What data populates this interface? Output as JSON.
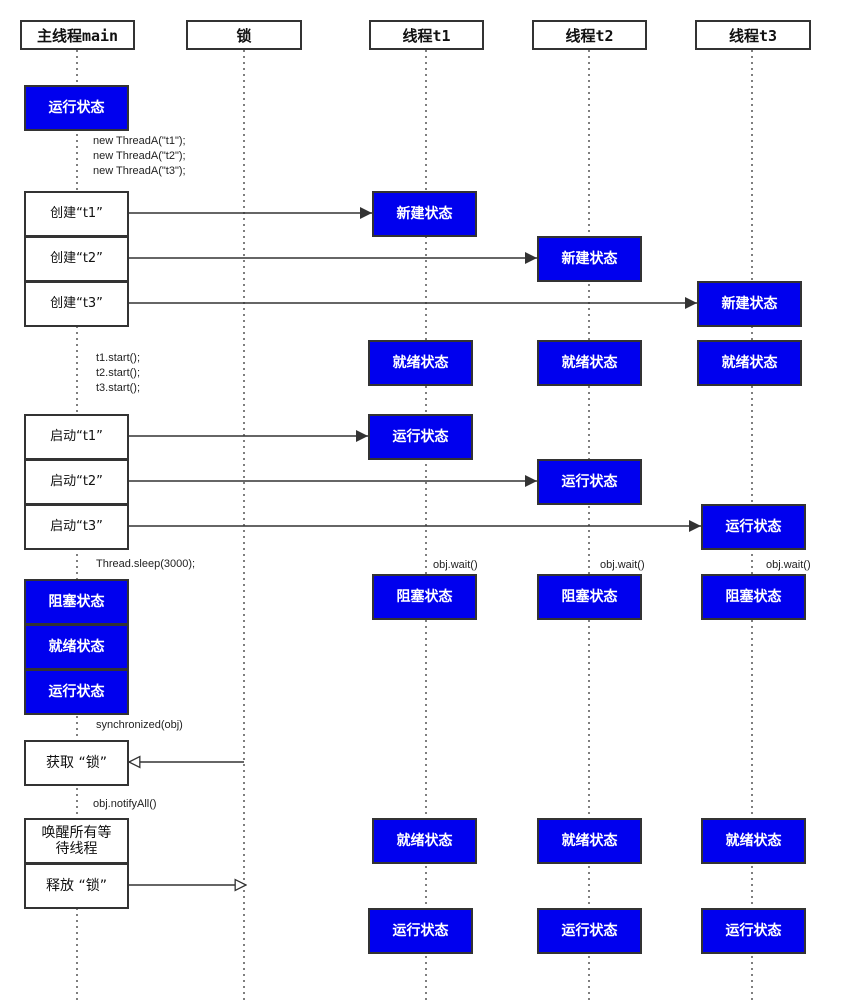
{
  "headers": {
    "main": "主线程main",
    "lock": "锁",
    "t1": "线程t1",
    "t2": "线程t2",
    "t3": "线程t3"
  },
  "main": {
    "running": "运行状态",
    "code_new": "new ThreadA(\"t1\");\nnew ThreadA(\"t2\");\nnew ThreadA(\"t3\");",
    "create_t1": "创建“t1”",
    "create_t2": "创建“t2”",
    "create_t3": "创建“t3”",
    "code_start": "t1.start();\nt2.start();\nt3.start();",
    "start_t1": "启动“t1”",
    "start_t2": "启动“t2”",
    "start_t3": "启动“t3”",
    "code_sleep": "Thread.sleep(3000);",
    "blocked": "阻塞状态",
    "ready": "就绪状态",
    "running2": "运行状态",
    "code_sync": "synchronized(obj)",
    "acquire_lock": "获取 “锁”",
    "code_notify": "obj.notifyAll()",
    "wake_all": "唤醒所有等待线程",
    "release_lock": "释放 “锁”"
  },
  "t1": {
    "new": "新建状态",
    "ready": "就绪状态",
    "running": "运行状态",
    "code_wait": "obj.wait()",
    "blocked": "阻塞状态",
    "ready2": "就绪状态",
    "running2": "运行状态"
  },
  "t2": {
    "new": "新建状态",
    "ready": "就绪状态",
    "running": "运行状态",
    "code_wait": "obj.wait()",
    "blocked": "阻塞状态",
    "ready2": "就绪状态",
    "running2": "运行状态"
  },
  "t3": {
    "new": "新建状态",
    "ready": "就绪状态",
    "running": "运行状态",
    "code_wait": "obj.wait()",
    "blocked": "阻塞状态",
    "ready2": "就绪状态",
    "running2": "运行状态"
  },
  "colors": {
    "state_fill": "#0000ee",
    "border": "#333333"
  }
}
